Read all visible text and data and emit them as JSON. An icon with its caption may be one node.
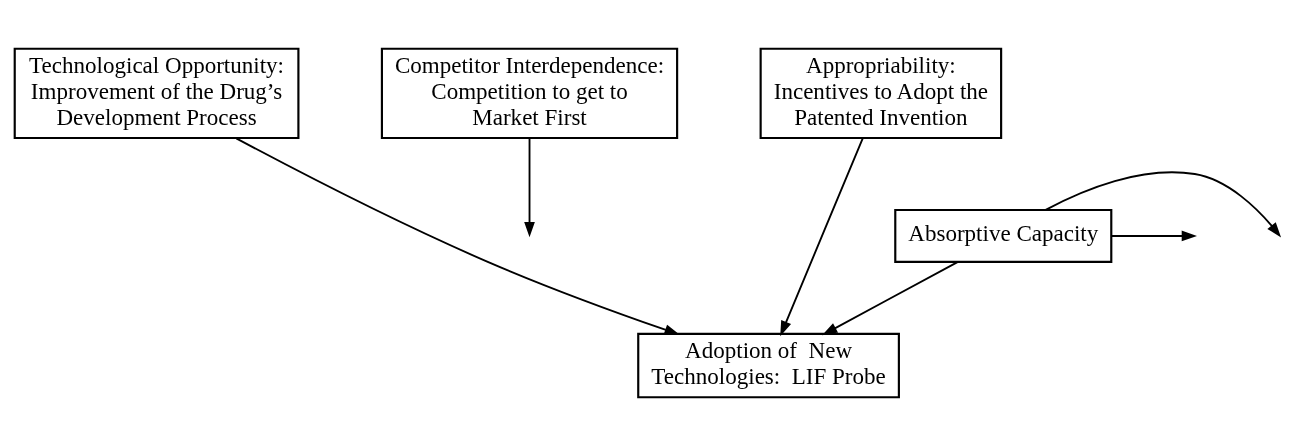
{
  "diagram": {
    "nodes": [
      {
        "text": [
          "Technological Opportunity: Improvement of the Drug’s Development Process"
        ]
      },
      {
        "text": [
          "Competitor Interdependence: Competition to get to Market First"
        ]
      },
      {
        "text": [
          "Appropriability: Incentives to Adopt the Patented Invention"
        ]
      },
      {
        "text": [
          "Absorptive Capacity"
        ]
      },
      {
        "text": [
          "Adoption of  New Technologies:  LIF Probe"
        ]
      }
    ],
    "edges": [
      {
        "from": 0,
        "to": 4,
        "arrow": "to"
      },
      {
        "from": 2,
        "to": 4,
        "arrow": "to"
      },
      {
        "from": 3,
        "to": 4,
        "arrow": "to"
      },
      {
        "from": 1,
        "to": null,
        "arrow": "to"
      },
      {
        "from": 3,
        "to": null,
        "arrow": "to"
      },
      {
        "from": 3,
        "to": null,
        "arrow": "to"
      }
    ]
  }
}
